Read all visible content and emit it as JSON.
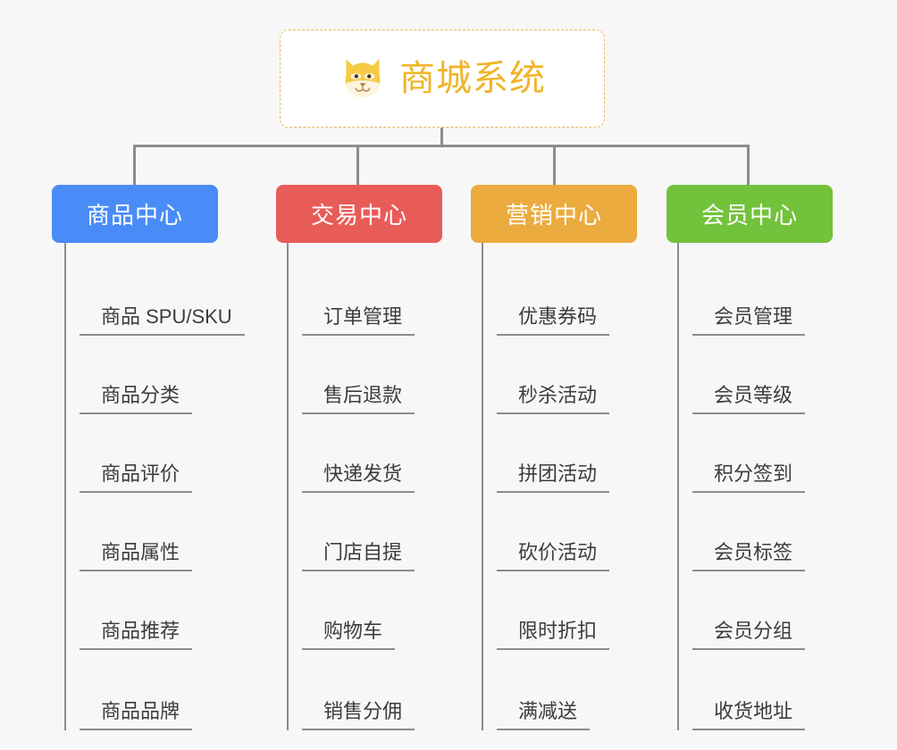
{
  "root": {
    "title": "商城系统",
    "icon": "shiba-dog-face-icon",
    "text_color": "#f0b429",
    "border_color": "#e8b960",
    "background": "#ffffff"
  },
  "canvas": {
    "background": "#f7f7f7",
    "connector_color": "#8c8c8c"
  },
  "columns": [
    {
      "id": "product-center",
      "header": "商品中心",
      "color": "#4a8cf7",
      "items": [
        "商品 SPU/SKU",
        "商品分类",
        "商品评价",
        "商品属性",
        "商品推荐",
        "商品品牌"
      ]
    },
    {
      "id": "trade-center",
      "header": "交易中心",
      "color": "#e85c58",
      "items": [
        "订单管理",
        "售后退款",
        "快递发货",
        "门店自提",
        "购物车",
        "销售分佣"
      ]
    },
    {
      "id": "marketing-center",
      "header": "营销中心",
      "color": "#ebab3e",
      "items": [
        "优惠券码",
        "秒杀活动",
        "拼团活动",
        "砍价活动",
        "限时折扣",
        "满减送"
      ]
    },
    {
      "id": "member-center",
      "header": "会员中心",
      "color": "#73c23c",
      "items": [
        "会员管理",
        "会员等级",
        "积分签到",
        "会员标签",
        "会员分组",
        "收货地址"
      ]
    }
  ]
}
